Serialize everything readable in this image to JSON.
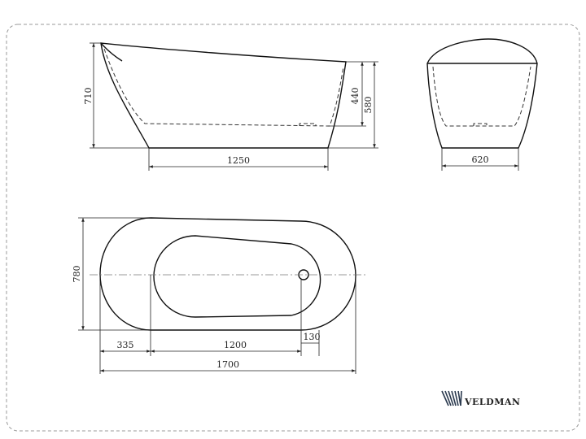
{
  "side_view": {
    "height_total": "710",
    "height_inner": "440",
    "height_rim": "580",
    "length_base": "1250"
  },
  "end_view": {
    "width_base": "620"
  },
  "top_view": {
    "width": "780",
    "offset_left": "335",
    "inner_length": "1200",
    "drain_offset": "130",
    "length_total": "1700"
  },
  "brand": {
    "name": "VELDMAN",
    "color": "#2b3a4f"
  }
}
